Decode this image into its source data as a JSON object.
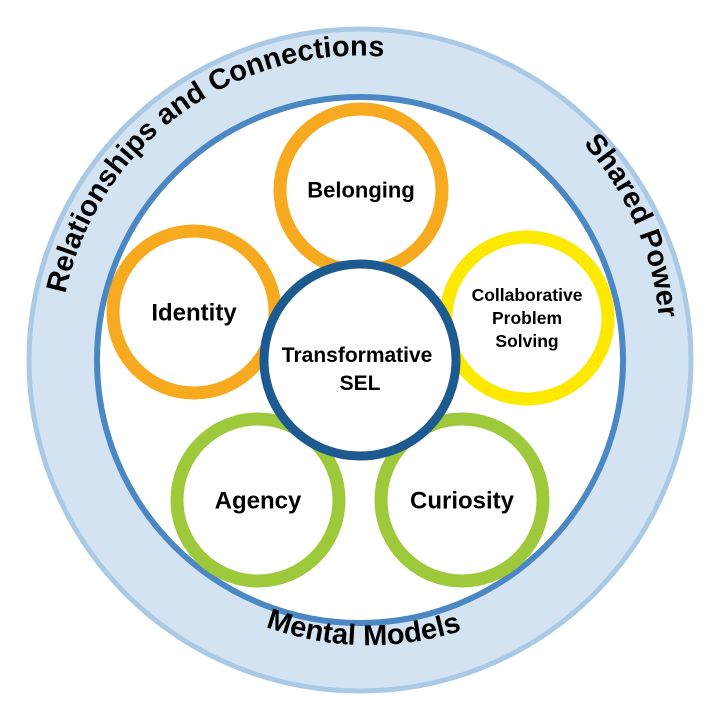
{
  "colors": {
    "outer_ring_fill": "#d3e3f1",
    "outer_ring_border": "#a9c9e5",
    "inner_ring_stroke": "#4a87c3",
    "center_stroke": "#1d5a8f",
    "orange": "#f7a91f",
    "yellow": "#fde800",
    "green": "#9dc93b",
    "text": "#000000",
    "background": "#ffffff"
  },
  "outer_labels": {
    "left_top": "Relationships and Connections",
    "right": "Shared Power",
    "bottom": "Mental Models"
  },
  "center": {
    "line1": "Transformative",
    "line2": "SEL"
  },
  "petals": [
    {
      "id": "belonging",
      "lines": [
        "Belonging"
      ],
      "color": "orange"
    },
    {
      "id": "identity",
      "lines": [
        "Identity"
      ],
      "color": "orange"
    },
    {
      "id": "collaborative-problem-solving",
      "lines": [
        "Collaborative",
        "Problem",
        "Solving"
      ],
      "color": "yellow"
    },
    {
      "id": "agency",
      "lines": [
        "Agency"
      ],
      "color": "green"
    },
    {
      "id": "curiosity",
      "lines": [
        "Curiosity"
      ],
      "color": "green"
    }
  ]
}
